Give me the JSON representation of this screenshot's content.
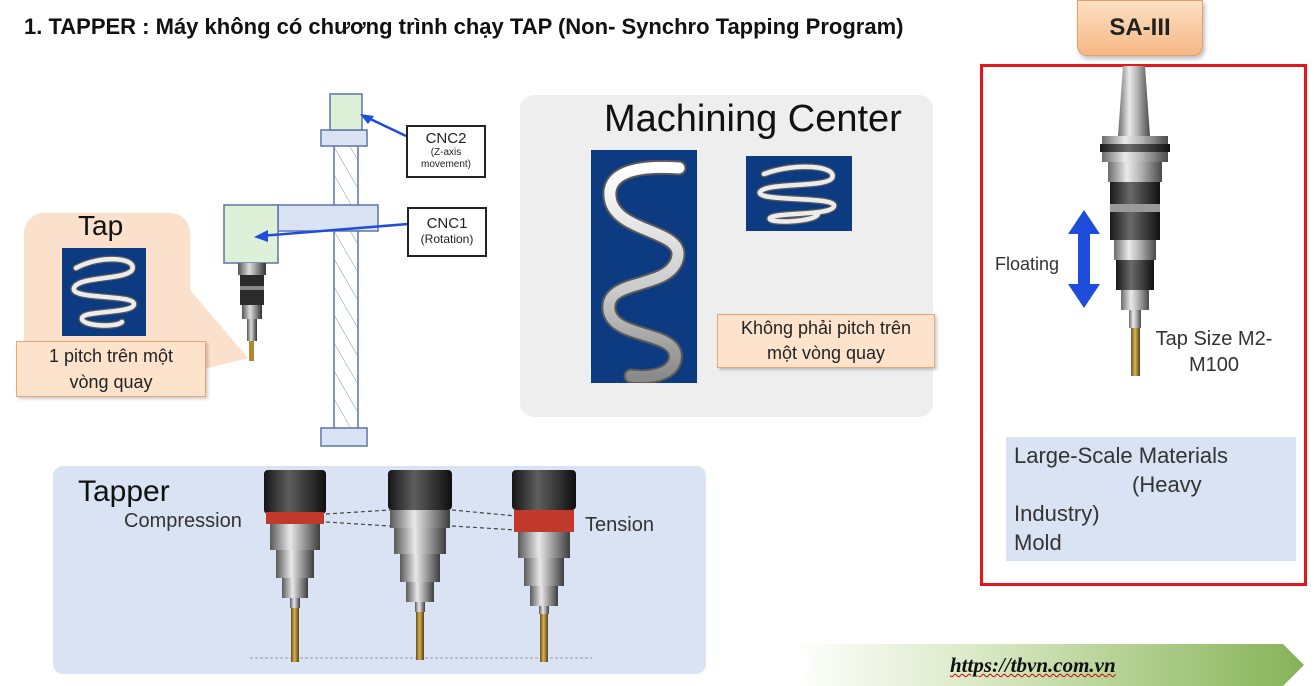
{
  "title": "1. TAPPER :  Máy không có chương trình chạy TAP (Non- Synchro Tapping Program)",
  "sa_badge": "SA-III",
  "sa_panel": {
    "floating_label": "Floating",
    "tap_size_line1": "Tap Size M2-",
    "tap_size_line2": "M100",
    "materials_lines": [
      "Large-Scale Materials",
      "(Heavy",
      "Industry)",
      "Mold"
    ]
  },
  "machining_center": {
    "title": "Machining Center",
    "note_line1": "Không phải pitch trên",
    "note_line2": "một vòng quay"
  },
  "cnc_diagram": {
    "cnc2_label": "CNC2",
    "cnc2_sub_line1": "(Z-axis",
    "cnc2_sub_line2": "movement)",
    "cnc1_label": "CNC1",
    "cnc1_sub": "(Rotation)"
  },
  "tap_callout": {
    "label": "Tap",
    "note_line1": "1 pitch trên một",
    "note_line2": "vòng quay"
  },
  "tapper_panel": {
    "title": "Tapper",
    "compression_label": "Compression",
    "tension_label": "Tension"
  },
  "footer": {
    "url": "https://tbvn.com.vn"
  },
  "colors": {
    "frame_red": "#e3161c",
    "arrow_blue": "#1f4ddb",
    "thread_bg": "#0d3b82",
    "callout_orange": "#fde3cc",
    "panel_blue": "#dae3f3",
    "banner_green": "#8fb85c"
  },
  "icons": [
    "tap-thread-icon",
    "spiral-thread-icon",
    "tool-holder-icon",
    "double-arrow-icon"
  ]
}
